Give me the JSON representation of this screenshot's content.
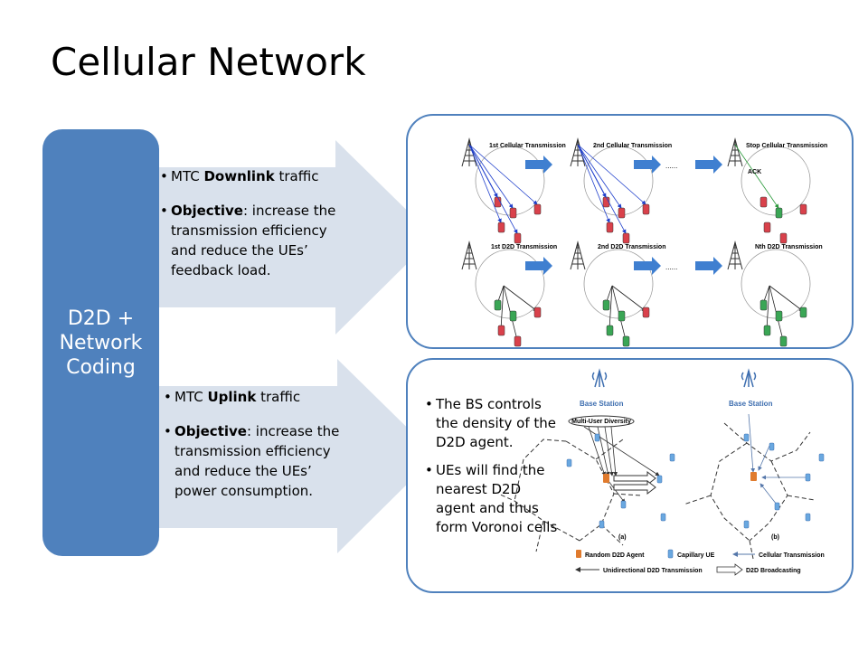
{
  "title": "Cellular Network",
  "pillar_label": "D2D +\nNetwork\nCoding",
  "downlink": {
    "item1_prefix": "MTC ",
    "item1_bold": "Downlink",
    "item1_suffix": " traffic",
    "item2_bold": "Objective",
    "item2_text": ": increase the transmission efficiency and reduce the UEs’ feedback load."
  },
  "uplink": {
    "item1_prefix": "MTC ",
    "item1_bold": "Uplink",
    "item1_suffix": " traffic",
    "item2_bold": "Objective",
    "item2_text": ": increase the transmission efficiency and reduce the UEs’ power consumption."
  },
  "top_figure": {
    "row1": [
      "1st Cellular Transmission",
      "2nd Cellular Transmission",
      "Stop Cellular Transmission"
    ],
    "row2": [
      "1st D2D Transmission",
      "2nd D2D Transmission",
      "Nth D2D Transmission"
    ],
    "ack": "ACK",
    "ellipsis": "......"
  },
  "bottom_panel": {
    "bullets": [
      "The BS controls the density of the D2D agent.",
      "UEs will find the nearest D2D agent and thus form Voronoi cells"
    ],
    "base_station_a": "Base Station",
    "base_station_b": "Base Station",
    "multi_user": "Multi-User Diversity",
    "sub_a": "(a)",
    "sub_b": "(b)",
    "legend": {
      "agent": "Random D2D Agent",
      "capillary": "Capillary UE",
      "cellular": "Cellular Transmission",
      "uni": "Unidirectional D2D Transmission",
      "broadcast": "D2D Broadcasting"
    }
  },
  "colors": {
    "accent": "#4f81bd",
    "arrow_fill": "#d9e1ec",
    "link_blue": "#1f3fcc",
    "ue_red": "#d9414b",
    "ue_green": "#3aa655",
    "ue_blue": "#6aa8e0",
    "agent_orange": "#e07b2e"
  }
}
